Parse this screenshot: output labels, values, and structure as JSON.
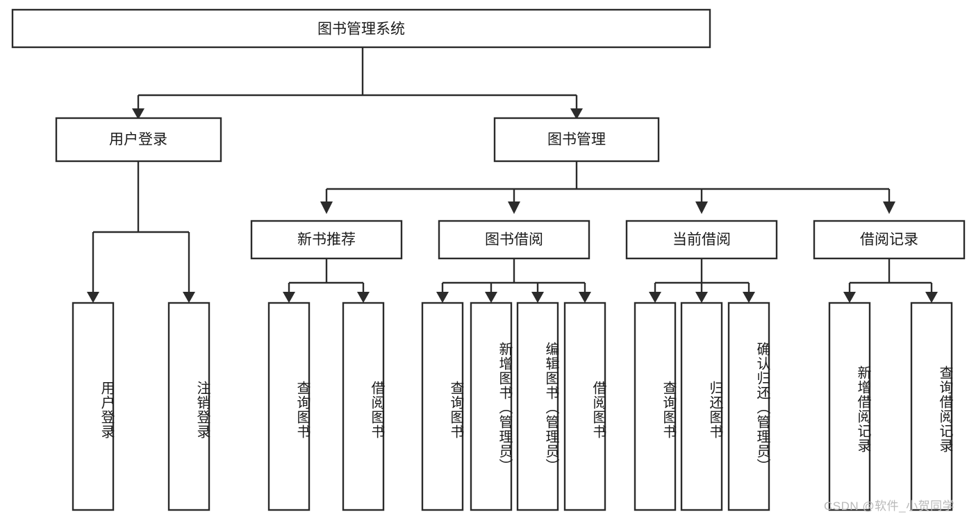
{
  "diagram": {
    "type": "tree-hierarchy",
    "title": "图书管理系统",
    "root": {
      "label": "图书管理系统"
    },
    "level2": [
      {
        "label": "用户登录"
      },
      {
        "label": "图书管理"
      }
    ],
    "level3": [
      {
        "label": "新书推荐",
        "parent": "图书管理"
      },
      {
        "label": "图书借阅",
        "parent": "图书管理"
      },
      {
        "label": "当前借阅",
        "parent": "图书管理"
      },
      {
        "label": "借阅记录",
        "parent": "图书管理"
      }
    ],
    "leaves": {
      "user_login": [
        {
          "label": "用户登录"
        },
        {
          "label": "注销登录"
        }
      ],
      "new_book_recommend": [
        {
          "label": "查询图书"
        },
        {
          "label": "借阅图书"
        }
      ],
      "book_borrow": [
        {
          "label": "查询图书"
        },
        {
          "label": "新增图书（管理员）"
        },
        {
          "label": "编辑图书（管理员）"
        },
        {
          "label": "借阅图书"
        }
      ],
      "current_borrow": [
        {
          "label": "查询图书"
        },
        {
          "label": "归还图书"
        },
        {
          "label": "确认归还（管理员）"
        }
      ],
      "borrow_record": [
        {
          "label": "新增借阅记录"
        },
        {
          "label": "查询借阅记录"
        }
      ]
    }
  },
  "watermark": {
    "text": "CSDN @软件_小贺同学"
  },
  "colors": {
    "stroke": "#2b2b2b",
    "box_fill": "#ffffff",
    "text": "#1a1a1a",
    "background": "#ffffff",
    "watermark": "#b9b9b9"
  }
}
